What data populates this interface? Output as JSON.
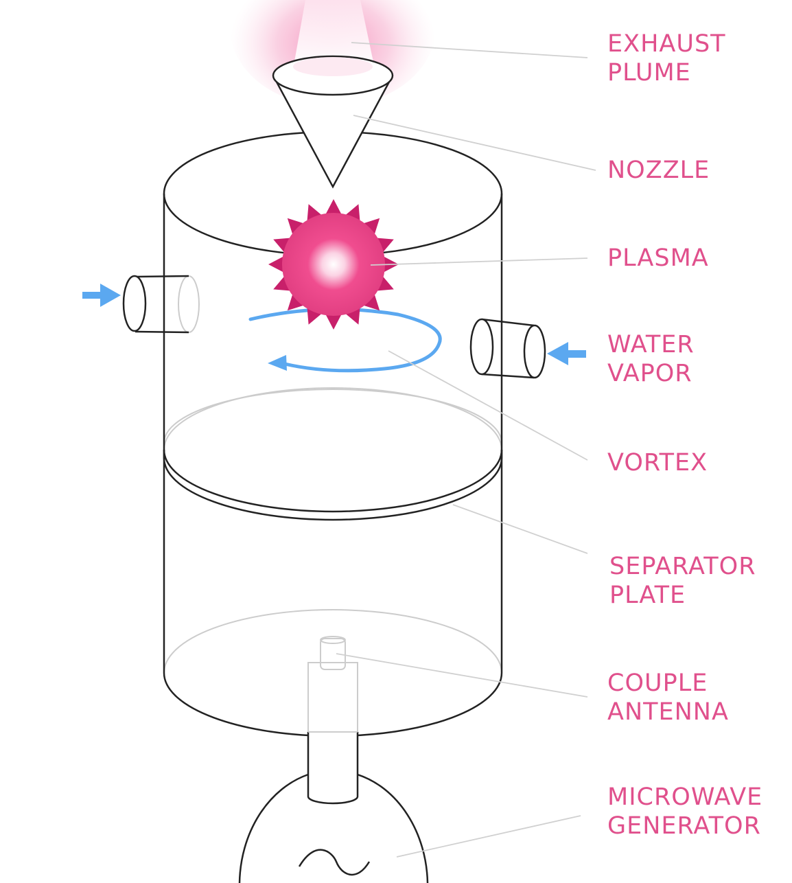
{
  "colors": {
    "label": "#e0508c",
    "outline": "#222222",
    "hidden_outline": "#cccccc",
    "leader_line": "#d0d0d0",
    "flow_arrow": "#5ba8f0",
    "plasma_core": "#ffffff",
    "plasma_mid": "#f04d8f",
    "plasma_outer": "#e23f82",
    "plume": "#f27fb0"
  },
  "icons": {
    "plasma": "starburst",
    "flow": "arrow",
    "generator": "sine-wave"
  },
  "labels": {
    "exhaust_plume": [
      "EXHAUST",
      "PLUME"
    ],
    "nozzle": [
      "NOZZLE"
    ],
    "plasma": [
      "PLASMA"
    ],
    "water_vapor": [
      "WATER",
      "VAPOR"
    ],
    "vortex": [
      "VORTEX"
    ],
    "separator_plate": [
      "SEPARATOR",
      "PLATE"
    ],
    "couple_antenna": [
      "COUPLE",
      "ANTENNA"
    ],
    "microwave_generator": [
      "MICROWAVE",
      "GENERATOR"
    ]
  }
}
